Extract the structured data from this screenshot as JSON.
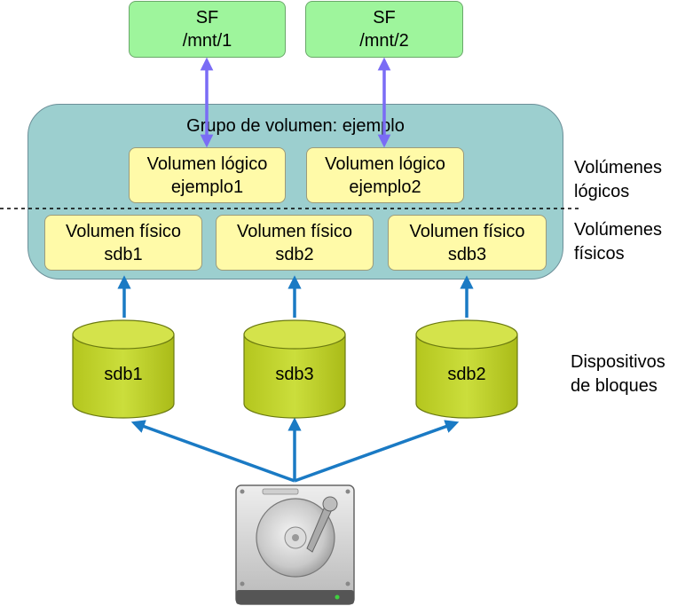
{
  "filesystems": [
    {
      "line1": "SF",
      "line2": "/mnt/1"
    },
    {
      "line1": "SF",
      "line2": "/mnt/2"
    }
  ],
  "volume_group": {
    "title": "Grupo de volumen: ejemplo"
  },
  "logical_volumes": [
    {
      "line1": "Volumen lógico",
      "line2": "ejemplo1"
    },
    {
      "line1": "Volumen lógico",
      "line2": "ejemplo2"
    }
  ],
  "physical_volumes": [
    {
      "line1": "Volumen físico",
      "line2": "sdb1"
    },
    {
      "line1": "Volumen físico",
      "line2": "sdb2"
    },
    {
      "line1": "Volumen físico",
      "line2": "sdb3"
    }
  ],
  "devices": [
    "sdb1",
    "sdb3",
    "sdb2"
  ],
  "side_labels": {
    "logical": {
      "line1": "Volúmenes",
      "line2": "lógicos"
    },
    "physical": {
      "line1": "Volúmenes",
      "line2": "físicos"
    },
    "block": {
      "line1": "Dispositivos",
      "line2": "de bloques"
    }
  },
  "colors": {
    "filesystem_fill": "#9ef59c",
    "volume_group_fill": "#9ccfcf",
    "volume_fill": "#fffaa8",
    "device_fill": "#c7d934",
    "mount_arrow": "#7a6cf5",
    "link_arrow": "#1a7ac4"
  },
  "icons": {
    "disk": "hard-disk-icon"
  }
}
